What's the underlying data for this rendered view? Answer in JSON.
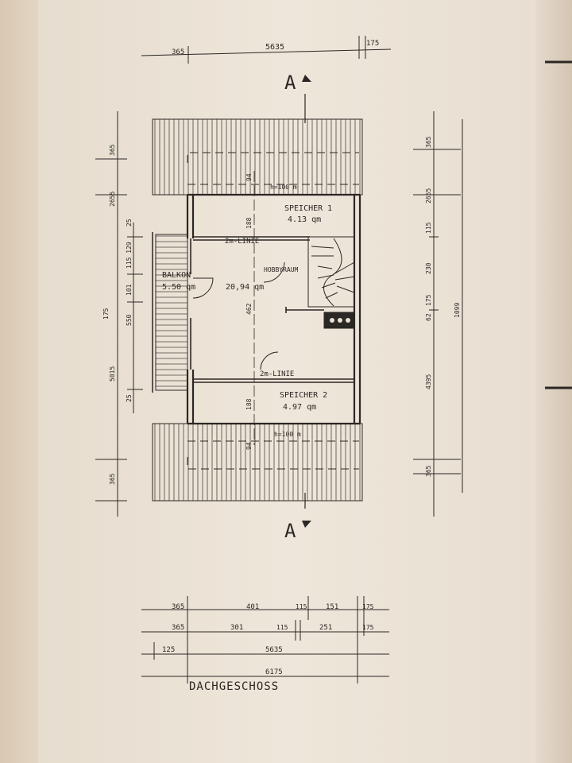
{
  "drawing_title": "DACHGESCHOSS",
  "section_marker": "A",
  "rooms": [
    {
      "name": "SPEICHER 1",
      "area": "4.13 qm"
    },
    {
      "name": "BALKON",
      "area": "5.50 qm"
    },
    {
      "name": "HOBBYRAUM",
      "area": "20,94 qm"
    },
    {
      "name": "SPEICHER 2",
      "area": "4.97 qm"
    }
  ],
  "line_labels": {
    "two_m_line_top": "2m-LINIE",
    "two_m_line_bottom": "2m-LINIE",
    "roof_height_top": "h=100 m",
    "roof_height_bottom": "h=100 m"
  },
  "dims": {
    "top": [
      "365",
      "5635",
      "175"
    ],
    "left_outer": [
      "365",
      "2655",
      "5015",
      "365"
    ],
    "left_inner": [
      "25",
      "115 129",
      "101",
      "175",
      "550",
      "25"
    ],
    "right_outer": [
      "365",
      "2655",
      "115",
      "230",
      "175",
      "62",
      "4395",
      "365"
    ],
    "right_total": "1099",
    "interior": [
      "94",
      "188",
      "462",
      "188",
      "94"
    ],
    "bottom_row1": [
      "365",
      "401",
      "115",
      "151",
      "175"
    ],
    "bottom_row2": [
      "365",
      "301",
      "115",
      "251",
      "175"
    ],
    "bottom_row3": [
      "125",
      "5635"
    ],
    "bottom_row4": "6175"
  }
}
